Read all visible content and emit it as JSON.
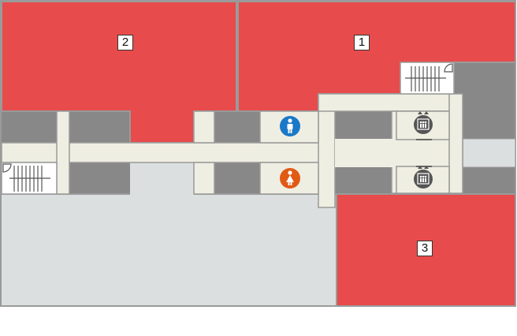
{
  "map": {
    "rooms": [
      {
        "id": "room-1",
        "label": "1"
      },
      {
        "id": "room-2",
        "label": "2"
      },
      {
        "id": "room-3",
        "label": "3"
      }
    ],
    "facilities": {
      "mens_restroom": {
        "icon": "male-restroom-icon",
        "color": "#1a78c8"
      },
      "womens_restroom": {
        "icon": "female-restroom-icon",
        "color": "#e05a14"
      },
      "elevator": {
        "icon": "elevator-icon",
        "color": "#555555"
      },
      "stairs": {
        "icon": "stairs-icon"
      }
    },
    "colors": {
      "room": "#e84b4b",
      "corridor": "#efeee2",
      "service": "#888888",
      "open_area": "#dcdfdf",
      "wall": "#9a9a9a"
    }
  }
}
